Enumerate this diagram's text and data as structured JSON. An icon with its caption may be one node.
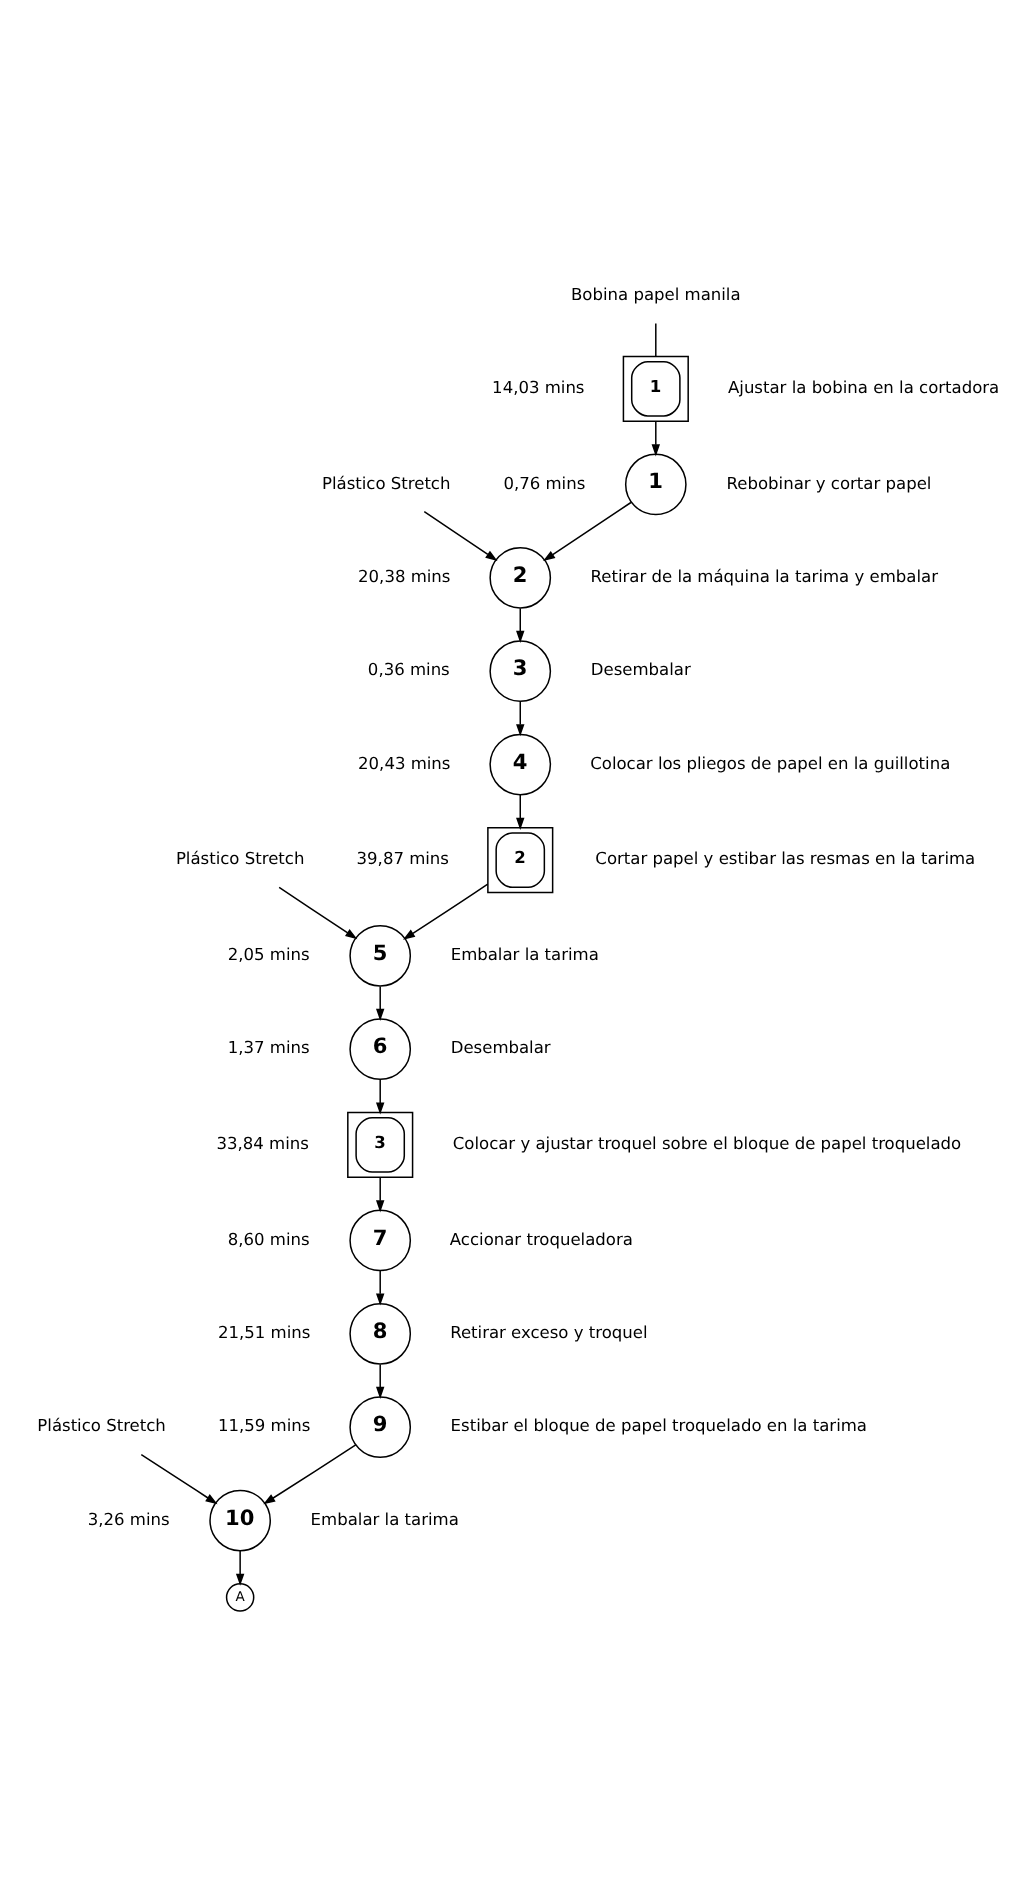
{
  "diagram": {
    "nodes": [
      {
        "text": [
          "Bobina papel manila"
        ]
      },
      {
        "text": [
          "1"
        ],
        "beside": [
          "14,03 mins",
          "Ajustar la bobina en la cortadora"
        ]
      },
      {
        "text": [
          "1"
        ],
        "beside": [
          "0,76 mins",
          "Rebobinar y cortar papel"
        ]
      },
      {
        "text": [
          "Plástico Stretch"
        ]
      },
      {
        "text": [
          "2"
        ],
        "beside": [
          "20,38 mins",
          "Retirar de la máquina la tarima y embalar"
        ]
      },
      {
        "text": [
          "3"
        ],
        "beside": [
          "0,36 mins",
          "Desembalar"
        ]
      },
      {
        "text": [
          "4"
        ],
        "beside": [
          "20,43 mins",
          "Colocar los pliegos de papel en la guillotina"
        ]
      },
      {
        "text": [
          "2"
        ],
        "beside": [
          "39,87 mins",
          "Cortar papel y estibar las resmas en la tarima"
        ]
      },
      {
        "text": [
          "Plástico Stretch"
        ]
      },
      {
        "text": [
          "5"
        ],
        "beside": [
          "2,05 mins",
          "Embalar la tarima"
        ]
      },
      {
        "text": [
          "6"
        ],
        "beside": [
          "1,37 mins",
          "Desembalar"
        ]
      },
      {
        "text": [
          "3"
        ],
        "beside": [
          "33,84 mins",
          "Colocar y ajustar troquel sobre el bloque de papel troquelado"
        ]
      },
      {
        "text": [
          "7"
        ],
        "beside": [
          "8,60 mins",
          "Accionar troqueladora"
        ]
      },
      {
        "text": [
          "8"
        ],
        "beside": [
          "21,51 mins",
          "Retirar exceso y troquel"
        ]
      },
      {
        "text": [
          "9"
        ],
        "beside": [
          "11,59 mins",
          "Estibar el bloque de papel troquelado en la tarima"
        ]
      },
      {
        "text": [
          "Plástico Stretch"
        ]
      },
      {
        "text": [
          "10"
        ],
        "beside": [
          "3,26 mins",
          "Embalar la tarima"
        ]
      },
      {
        "text": [
          "A"
        ]
      }
    ],
    "edges": [
      {
        "from": 0,
        "to": 1,
        "arrow": "none"
      },
      {
        "from": 1,
        "to": 2,
        "arrow": "to"
      },
      {
        "from": 2,
        "to": 4,
        "arrow": "to"
      },
      {
        "from": 3,
        "to": 4,
        "arrow": "to"
      },
      {
        "from": 4,
        "to": 5,
        "arrow": "to"
      },
      {
        "from": 5,
        "to": 6,
        "arrow": "to"
      },
      {
        "from": 6,
        "to": 7,
        "arrow": "to"
      },
      {
        "from": 7,
        "to": 9,
        "arrow": "to"
      },
      {
        "from": 8,
        "to": 9,
        "arrow": "to"
      },
      {
        "from": 9,
        "to": 10,
        "arrow": "to"
      },
      {
        "from": 10,
        "to": 11,
        "arrow": "to"
      },
      {
        "from": 11,
        "to": 12,
        "arrow": "to"
      },
      {
        "from": 12,
        "to": 13,
        "arrow": "to"
      },
      {
        "from": 13,
        "to": 14,
        "arrow": "to"
      },
      {
        "from": 14,
        "to": 16,
        "arrow": "to"
      },
      {
        "from": 15,
        "to": 16,
        "arrow": "to"
      },
      {
        "from": 16,
        "to": 17,
        "arrow": "to"
      }
    ]
  }
}
